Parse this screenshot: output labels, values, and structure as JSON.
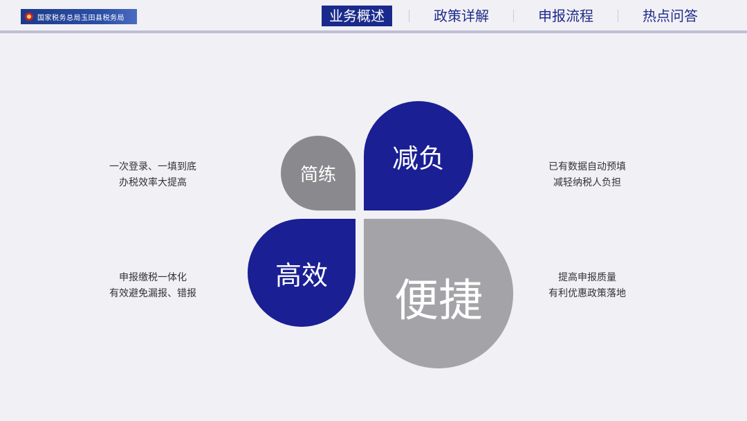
{
  "header": {
    "logo_text": "国家税务总局玉田县税务局",
    "nav": [
      {
        "label": "业务概述",
        "active": true
      },
      {
        "label": "政策详解",
        "active": false
      },
      {
        "label": "申报流程",
        "active": false
      },
      {
        "label": "热点问答",
        "active": false
      }
    ]
  },
  "colors": {
    "blue": "#1a1f94",
    "gray_dark": "#8a8a8e",
    "gray_light": "#a4a4a8",
    "background": "#f1f0f5"
  },
  "petals": {
    "jianlian": "简练",
    "jianfu": "减负",
    "gaoxiao": "高效",
    "bianjie": "便捷"
  },
  "descriptions": {
    "top_left": [
      "一次登录、一填到底",
      "办税效率大提高"
    ],
    "top_right": [
      "已有数据自动预填",
      "减轻纳税人负担"
    ],
    "bottom_left": [
      "申报缴税一体化",
      "有效避免漏报、错报"
    ],
    "bottom_right": [
      "提高申报质量",
      "有利优惠政策落地"
    ]
  }
}
